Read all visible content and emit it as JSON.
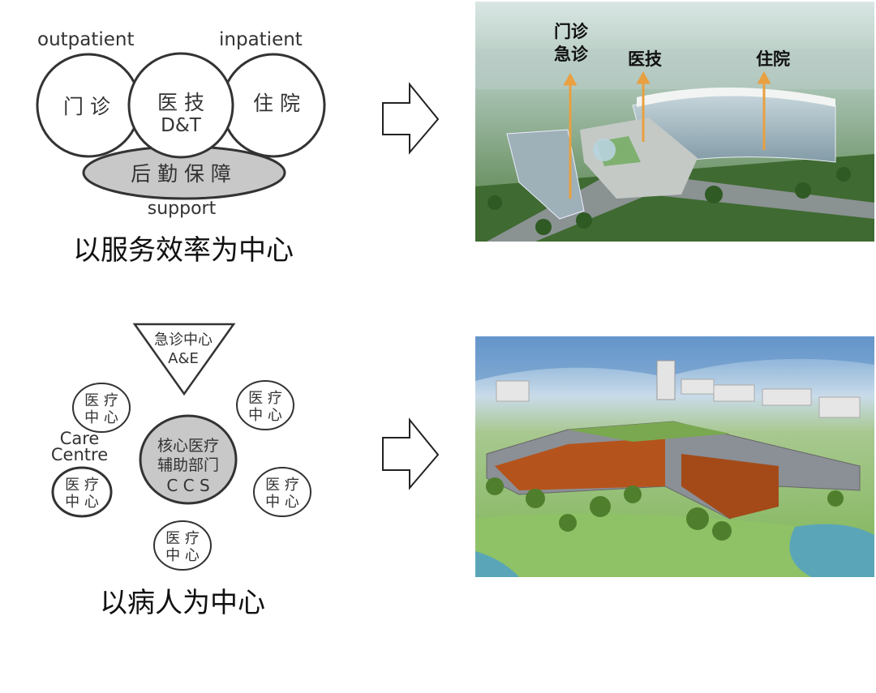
{
  "top_diagram": {
    "outpatient_label": "outpatient",
    "inpatient_label": "inpatient",
    "outpatient_cn": "门 诊",
    "dt_cn": "医 技",
    "dt_en": "D&T",
    "inpatient_cn": "住 院",
    "support_cn": "后 勤 保 障",
    "support_en": "support",
    "caption": "以服务效率为中心"
  },
  "top_photo": {
    "label_outpatient_line1": "门诊",
    "label_outpatient_line2": "急诊",
    "label_dt": "医技",
    "label_inpatient": "住院",
    "arrow_color": "#e8a040"
  },
  "bottom_diagram": {
    "ae_cn": "急诊中心",
    "ae_en": "A&E",
    "care_centre_line1": "医 疗",
    "care_centre_line2": "中 心",
    "care_centre_en_line1": "Care",
    "care_centre_en_line2": "Centre",
    "ccs_line1": "核心医疗",
    "ccs_line2": "辅助部门",
    "ccs_en": "C C S",
    "caption": "以病人为中心"
  }
}
